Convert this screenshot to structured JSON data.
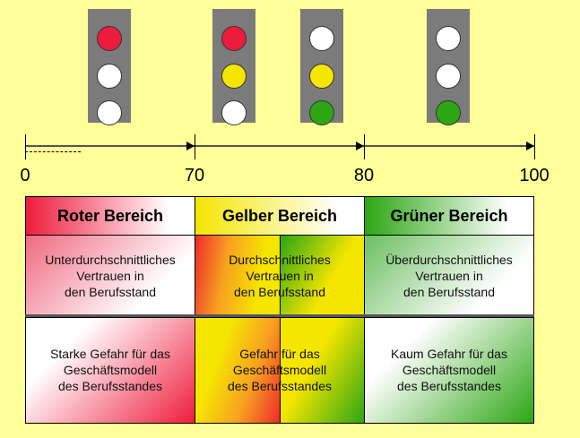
{
  "traffic_lights": [
    {
      "lamps": [
        "red",
        "white",
        "white"
      ]
    },
    {
      "lamps": [
        "red",
        "yellow",
        "white"
      ]
    },
    {
      "lamps": [
        "white",
        "yellow",
        "green"
      ]
    },
    {
      "lamps": [
        "white",
        "white",
        "green"
      ]
    }
  ],
  "colors": {
    "red": "#ee1c3c",
    "yellow": "#f5e600",
    "green": "#2ca613",
    "white": "#ffffff",
    "background": "#ffff99"
  },
  "axis": {
    "ticks": [
      "0",
      "70",
      "80",
      "100"
    ]
  },
  "table": {
    "headers": [
      "Roter Bereich",
      "Gelber Bereich",
      "Grüner Bereich"
    ],
    "row1": [
      "Unterdurchschnittliches\nVertrauen in\nden Berufsstand",
      "Durchschnittliches\nVertrauen in\nden Berufsstand",
      "Überdurchschnittliches\nVertrauen in\nden Berufsstand"
    ],
    "row2": [
      "Starke Gefahr für das\nGeschäftsmodell\ndes Berufsstandes",
      "Gefahr für das\nGeschäftsmodell\ndes Berufsstandes",
      "Kaum Gefahr für das\nGeschäftsmodell\ndes Berufsstandes"
    ]
  }
}
